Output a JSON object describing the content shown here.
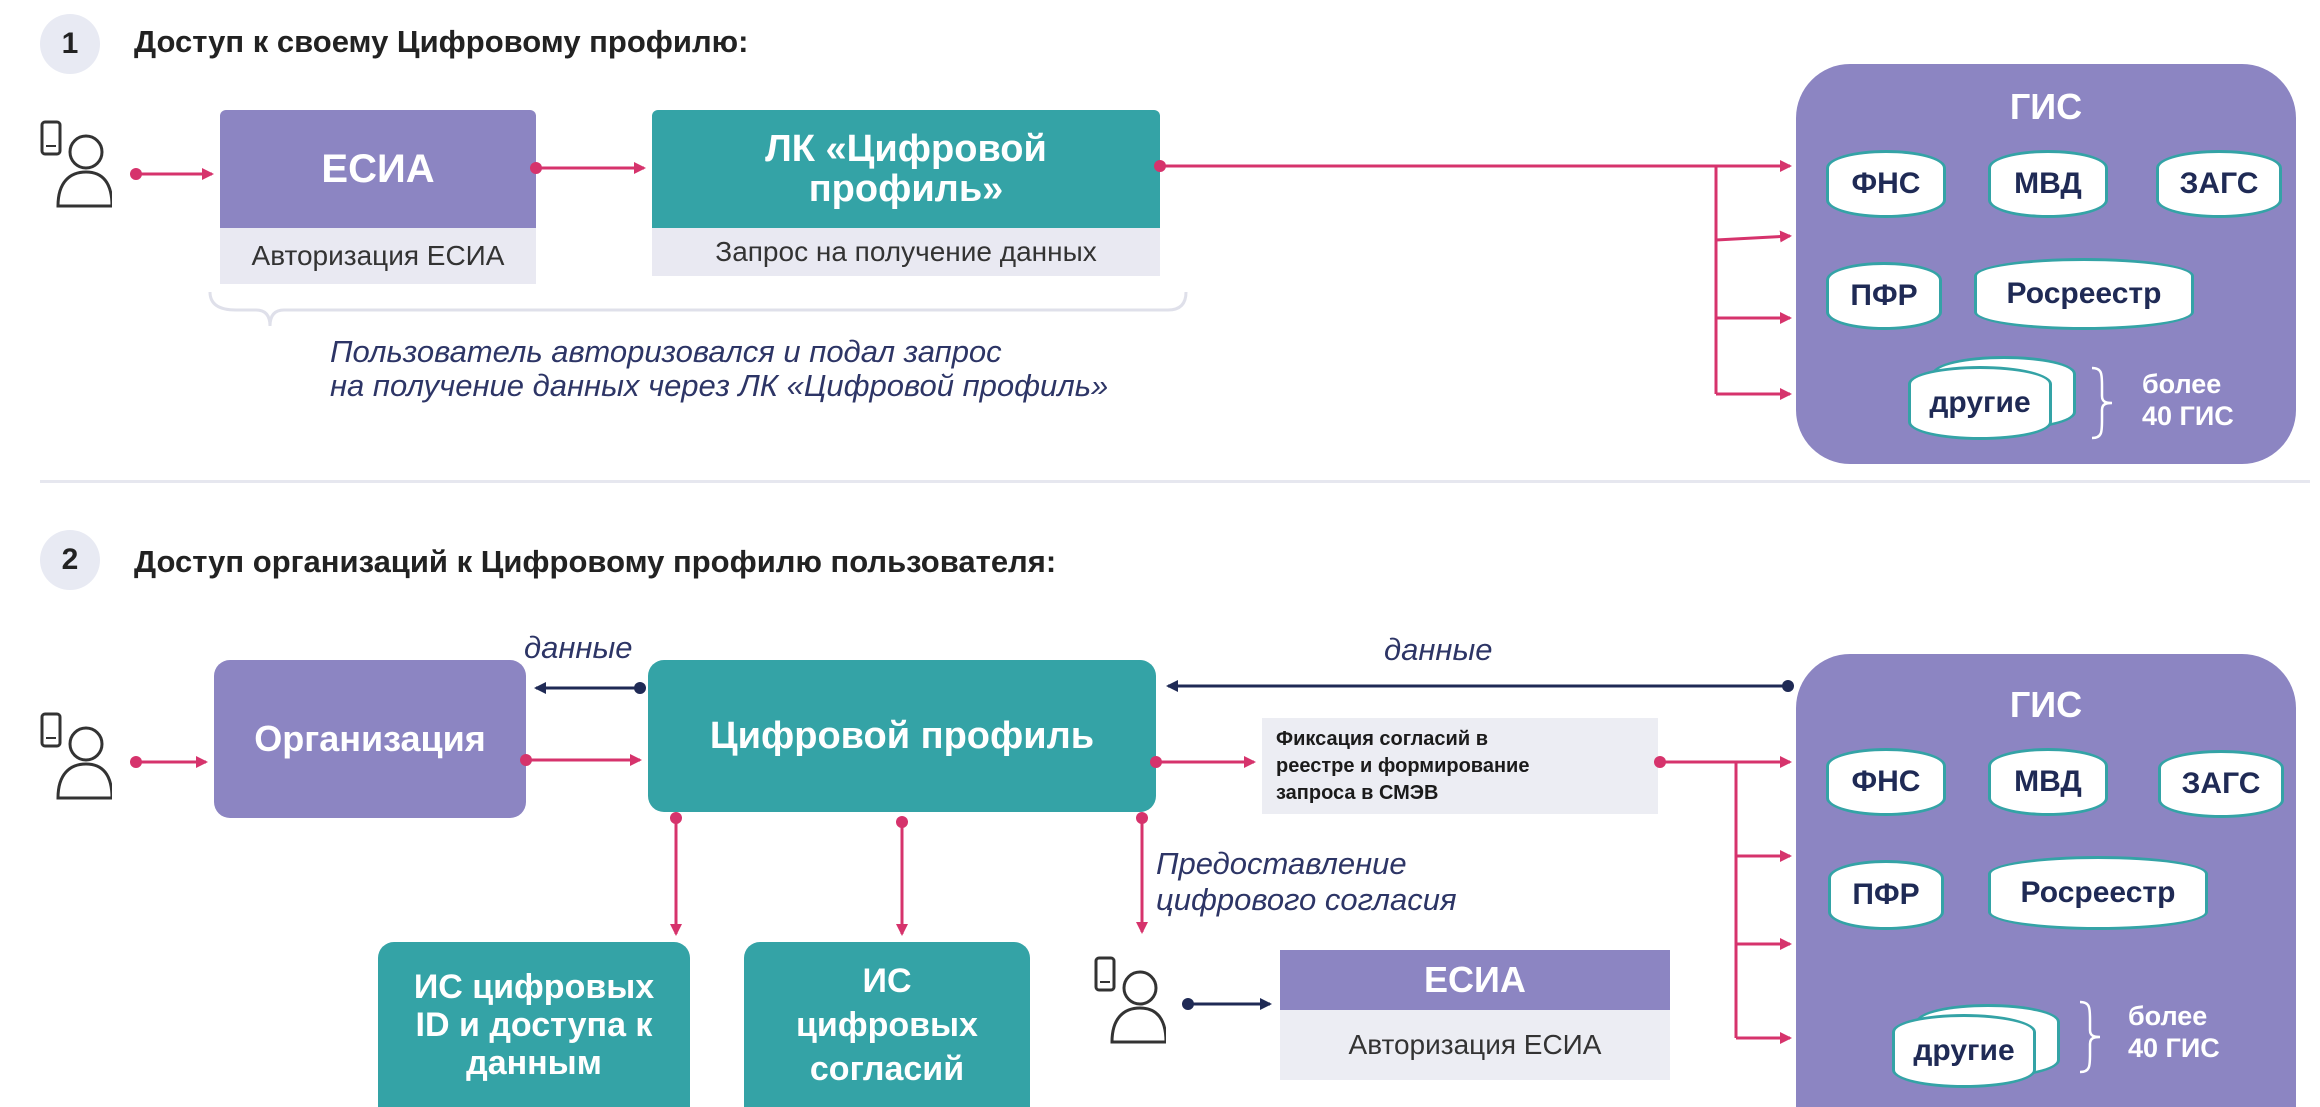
{
  "section1": {
    "number": "1",
    "heading": "Доступ к своему Цифровому профилю:",
    "esia_title": "ЕСИА",
    "esia_sub": "Авторизация ЕСИА",
    "lk_title": "ЛК «Цифровой профиль»",
    "lk_sub": "Запрос на получение данных",
    "caption_line1": "Пользователь авторизовался и подал запрос",
    "caption_line2": "на получение данных через ЛК «Цифровой профиль»",
    "gis": {
      "title": "ГИС",
      "items": [
        "ФНС",
        "МВД",
        "ЗАГС",
        "ПФР",
        "Росреестр",
        "другие"
      ],
      "more_line1": "более",
      "more_line2": "40 ГИС"
    }
  },
  "section2": {
    "number": "2",
    "heading": "Доступ организаций к Цифровому профилю пользователя:",
    "org_title": "Организация",
    "profile_title": "Цифровой профиль",
    "data_label_left": "данные",
    "data_label_right": "данные",
    "note_line1": "Фиксация согласий в",
    "note_line2": "реестре и формирование",
    "note_line3": "запроса в СМЭВ",
    "consent_line1": "Предоставление",
    "consent_line2": "цифрового согласия",
    "is_ids": "ИС цифровых ID и доступа к данным",
    "is_consents": "ИС цифровых согласий",
    "esia_title": "ЕСИА",
    "esia_sub": "Авторизация ЕСИА",
    "gis": {
      "title": "ГИС",
      "items": [
        "ФНС",
        "МВД",
        "ЗАГС",
        "ПФР",
        "Росреестр",
        "другие"
      ],
      "more_line1": "более",
      "more_line2": "40 ГИС"
    }
  },
  "colors": {
    "purple": "#8c85c2",
    "teal": "#34a3a6",
    "pink_arrow": "#d6336c",
    "navy_arrow": "#1f2a55"
  }
}
